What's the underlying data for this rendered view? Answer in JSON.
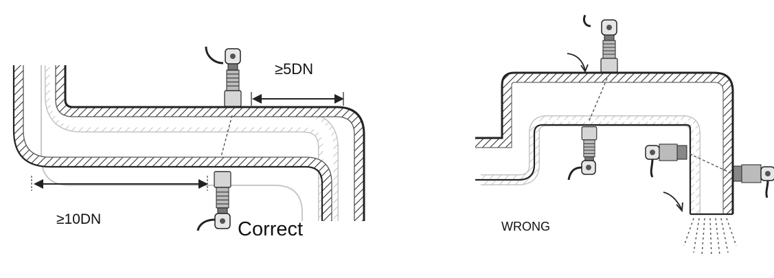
{
  "labels": {
    "min_downstream": "≥5DN",
    "min_upstream": "≥10DN",
    "correct": "Correct",
    "wrong": "WRONG"
  },
  "colors": {
    "pipe_dark": "#222222",
    "pipe_light": "#c4c4c4",
    "background": "#ffffff"
  }
}
